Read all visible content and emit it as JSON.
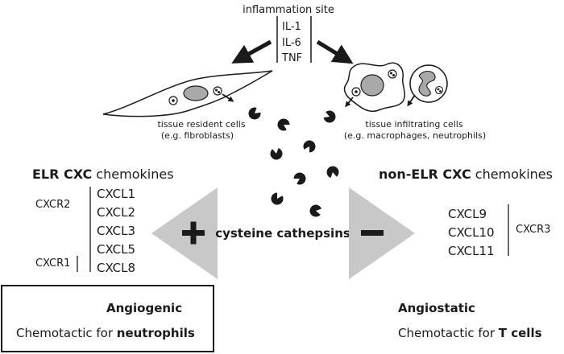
{
  "inflammation": {
    "title": "inflammation site",
    "cytokines": [
      "IL-1",
      "IL-6",
      "TNF"
    ]
  },
  "resident": {
    "line1": "tissue resident cells",
    "line2": "(e.g. fibroblasts)"
  },
  "infiltrating": {
    "line1": "tissue infiltrating cells",
    "line2": "(e.g. macrophages, neutrophils)"
  },
  "elr": {
    "title_bold": "ELR CXC",
    "title_rest": " chemokines",
    "chemokines": [
      "CXCL1",
      "CXCL2",
      "CXCL3",
      "CXCL5",
      "CXCL8"
    ],
    "receptor_a": "CXCR2",
    "receptor_b": "CXCR1",
    "sign": "+",
    "effect": "Angiogenic",
    "chemotactic_prefix": "Chemotactic for ",
    "chemotactic_target": "neutrophils"
  },
  "center": {
    "label": "cysteine cathepsins"
  },
  "nonelr": {
    "title_bold": "non-ELR CXC",
    "title_rest": " chemokines",
    "chemokines": [
      "CXCL9",
      "CXCL10",
      "CXCL11"
    ],
    "receptor": "CXCR3",
    "sign": "−",
    "effect": "Angiostatic",
    "chemotactic_prefix": "Chemotactic for ",
    "chemotactic_target": "T cells"
  },
  "colors": {
    "triangle": "#c8c8c8",
    "cell_fill": "#ffffff",
    "nucleus": "#a9a9a9",
    "ink": "#1a1a1a"
  }
}
